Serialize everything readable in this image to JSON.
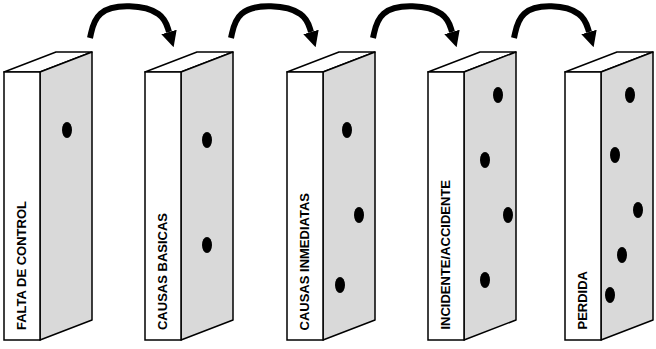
{
  "diagram": {
    "nodes": [
      {
        "text": [
          "FALTA DE CONTROL"
        ]
      },
      {
        "text": [
          "CAUSAS BASICAS"
        ]
      },
      {
        "text": [
          "CAUSAS INMEDIATAS"
        ]
      },
      {
        "text": [
          "INCIDENTE/ACCIDENTE"
        ]
      },
      {
        "text": [
          "PERDIDA"
        ]
      }
    ],
    "edges": [
      {
        "from": 0,
        "to": 1,
        "arrow": "to"
      },
      {
        "from": 1,
        "to": 2,
        "arrow": "to"
      },
      {
        "from": 2,
        "to": 3,
        "arrow": "to"
      },
      {
        "from": 3,
        "to": 4,
        "arrow": "to"
      }
    ]
  }
}
